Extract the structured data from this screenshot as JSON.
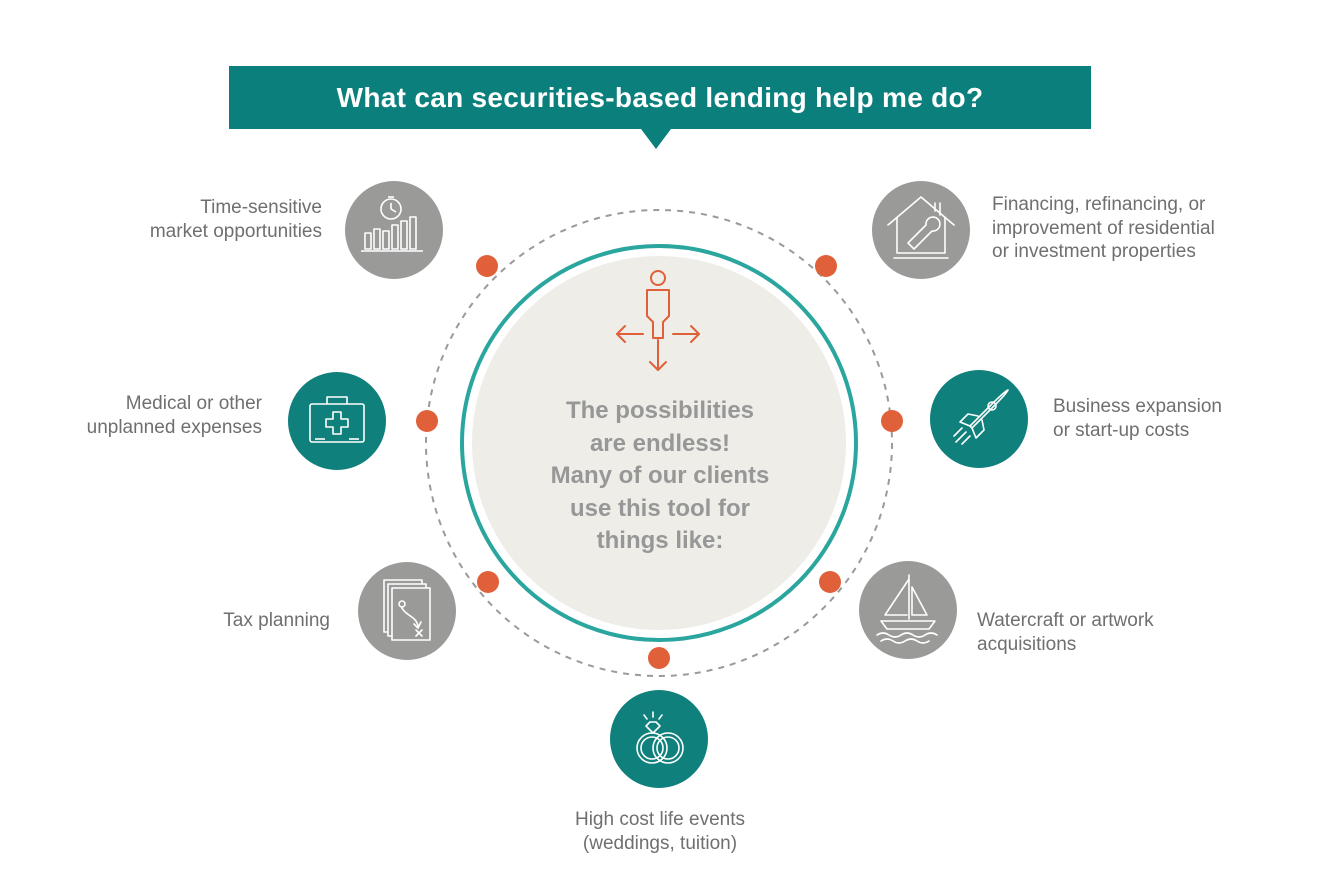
{
  "header": {
    "title": "What can securities-based lending help me do?"
  },
  "center": {
    "text": "The possibilities\nare endless!\nMany of our clients\nuse this tool for\nthings like:"
  },
  "items": [
    {
      "label": "Time-sensitive\nmarket opportunities",
      "icon": "bar-chart-clock-icon",
      "color": "#9a9a98"
    },
    {
      "label": "Financing, refinancing, or\nimprovement of residential\nor investment properties",
      "icon": "house-wrench-icon",
      "color": "#9a9a98"
    },
    {
      "label": "Medical or other\nunplanned expenses",
      "icon": "medical-kit-icon",
      "color": "#0f807c"
    },
    {
      "label": "Business expansion\nor start-up costs",
      "icon": "rocket-icon",
      "color": "#0f807c"
    },
    {
      "label": "Tax planning",
      "icon": "strategy-papers-icon",
      "color": "#9a9a98"
    },
    {
      "label": "Watercraft or artwork\nacquisitions",
      "icon": "sailboat-icon",
      "color": "#9a9a98"
    },
    {
      "label": "High cost life events\n(weddings, tuition)",
      "icon": "wedding-rings-icon",
      "color": "#0f807c"
    }
  ],
  "colors": {
    "teal": "#0b7f7c",
    "ring": "#2aa69f",
    "accent_orange": "#e0603a",
    "icon_gray": "#9a9a98",
    "center_fill": "#eeede7",
    "text_gray": "#6f6f6f"
  }
}
